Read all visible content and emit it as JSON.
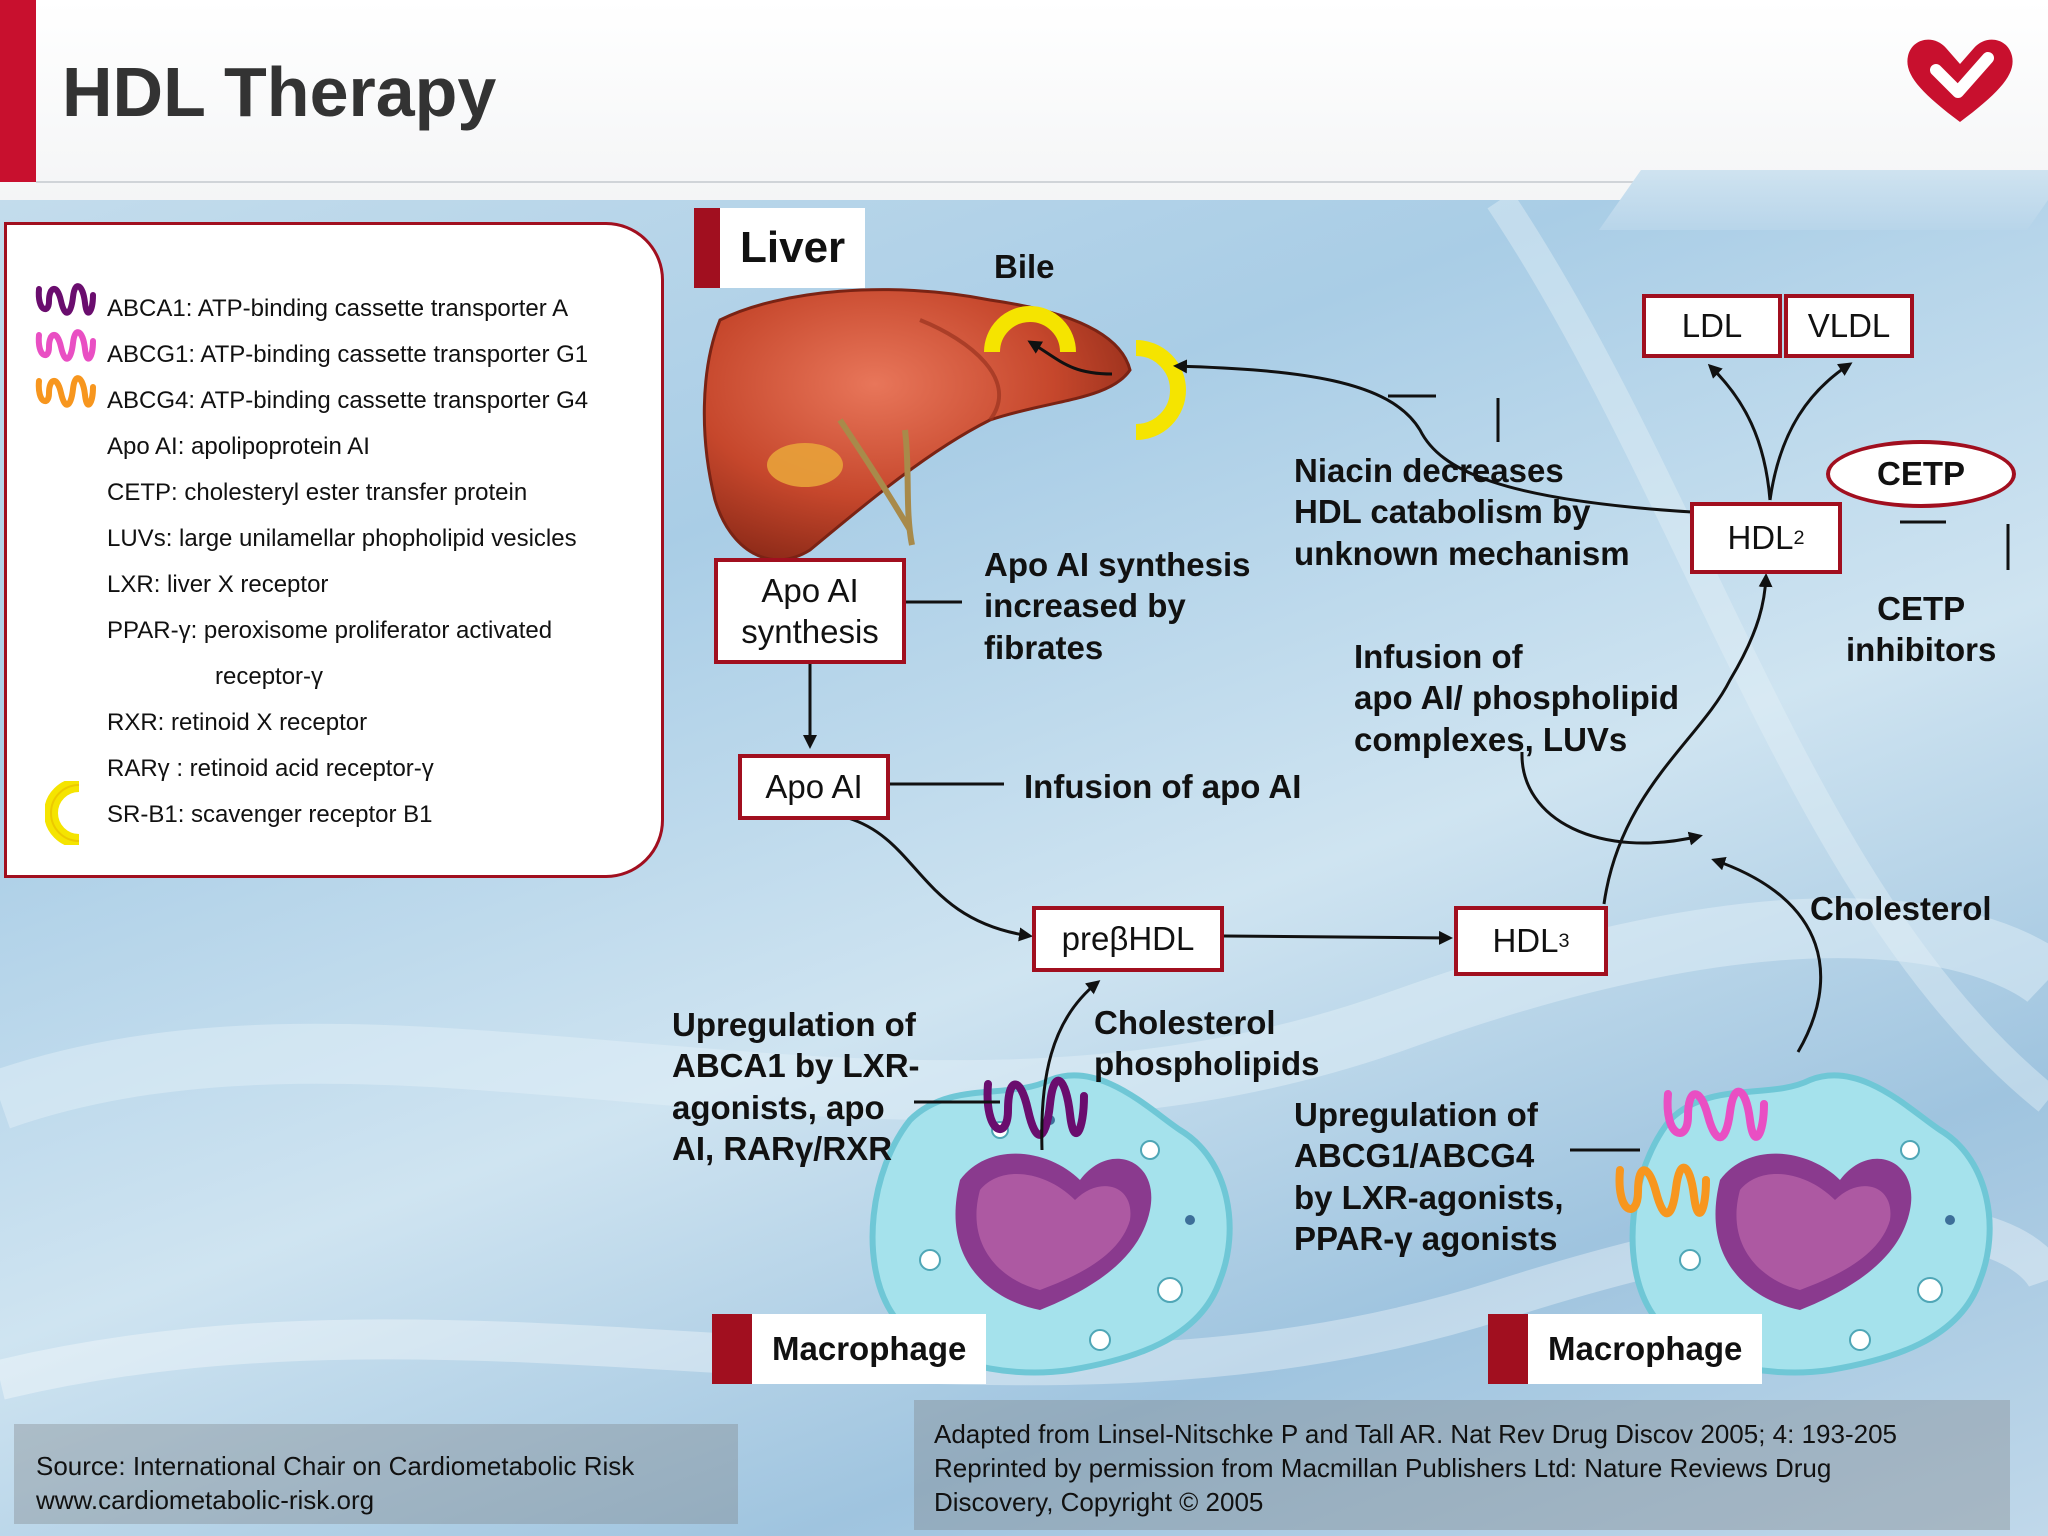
{
  "title": "HDL Therapy",
  "legend": [
    {
      "icon": "abca1-transporter-icon",
      "color": "#6a0d6e",
      "text": "ABCA1: ATP-binding cassette transporter A"
    },
    {
      "icon": "abcg1-transporter-icon",
      "color": "#e94fc3",
      "text": "ABCG1: ATP-binding cassette transporter G1"
    },
    {
      "icon": "abcg4-transporter-icon",
      "color": "#f7961e",
      "text": "ABCG4: ATP-binding cassette transporter G4"
    },
    {
      "text": "Apo AI: apolipoprotein AI"
    },
    {
      "text": "CETP: cholesteryl ester transfer protein"
    },
    {
      "text": "LUVs: large unilamellar phopholipid vesicles"
    },
    {
      "text": "LXR: liver X receptor"
    },
    {
      "text": "PPAR-γ: peroxisome proliferator activated"
    },
    {
      "text": "receptor-γ"
    },
    {
      "text": "RXR: retinoid X receptor"
    },
    {
      "text": "RARγ : retinoid acid receptor-γ"
    },
    {
      "icon": "sr-b1-receptor-icon",
      "color": "#f5e400",
      "text": "SR-B1: scavenger receptor B1"
    }
  ],
  "tags": {
    "liver": "Liver",
    "macrophage_left": "Macrophage",
    "macrophage_right": "Macrophage"
  },
  "boxes": {
    "apo_synthesis_1": "Apo AI",
    "apo_synthesis_2": "synthesis",
    "apo_ai": "Apo AI",
    "prebeta": "preβHDL",
    "hdl3_main": "HDL",
    "hdl3_sub": "3",
    "hdl2_main": "HDL",
    "hdl2_sub": "2",
    "ldl": "LDL",
    "vldl": "VLDL",
    "cetp": "CETP"
  },
  "labels": {
    "bile": "Bile",
    "apo_increase": [
      "Apo AI synthesis",
      "increased by",
      "fibrates"
    ],
    "niacin": [
      "Niacin decreases",
      "HDL catabolism by",
      "unknown mechanism"
    ],
    "cetp_inhibitors": [
      "CETP",
      "inhibitors"
    ],
    "infusion_complex": [
      "Infusion of",
      "apo AI/ phospholipid",
      "complexes, LUVs"
    ],
    "infusion_apo": "Infusion of apo AI",
    "cholesterol": "Cholesterol",
    "chol_phospho": [
      "Cholesterol",
      "phospholipids"
    ],
    "upreg_abca1": [
      "Upregulation of",
      "ABCA1 by LXR-",
      "agonists, apo",
      "AI, RARγ/RXR"
    ],
    "upreg_abcg": [
      "Upregulation of",
      "ABCG1/ABCG4",
      "by LXR-agonists,",
      "PPAR-γ agonists"
    ]
  },
  "footer": {
    "source_1": "Source: International Chair on Cardiometabolic Risk",
    "source_2": "www.cardiometabolic-risk.org",
    "credit_1": "Adapted from Linsel-Nitschke P and Tall AR. Nat Rev Drug Discov 2005; 4: 193-205",
    "credit_2": "Reprinted by permission from Macmillan Publishers Ltd: Nature Reviews Drug",
    "credit_3": "Discovery, Copyright © 2005"
  },
  "colors": {
    "accent": "#c8102e",
    "box_border": "#a10f1f",
    "abca1": "#6a0d6e",
    "abcg1": "#e94fc3",
    "abcg4": "#f7961e",
    "srb1": "#f5e400"
  }
}
